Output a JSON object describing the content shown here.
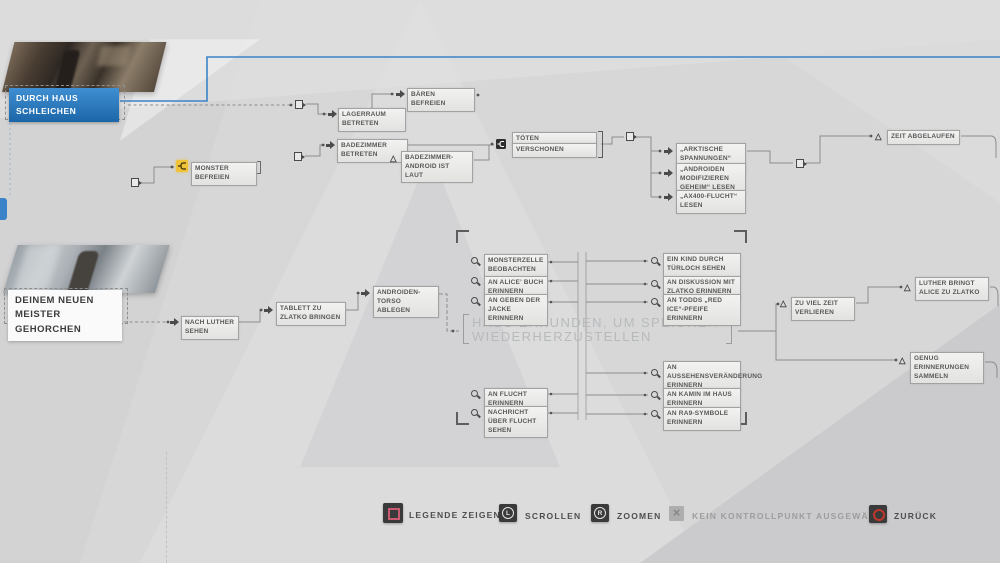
{
  "checkpoints": {
    "sneak_label": "DURCH HAUS SCHLEICHEN",
    "obey_label": "DEINEM NEUEN MEISTER GEHORCHEN"
  },
  "nodes": {
    "lagerraum": "LAGERRAUM BETRETEN",
    "baeren": "BÄREN BEFREIEN",
    "badezimmer": "BADEZIMMER BETRETEN",
    "badezimmer_android": "BADEZIMMER-ANDROID IST LAUT",
    "toeten": "TÖTEN",
    "verschonen": "VERSCHONEN",
    "monster": "MONSTER BEFREIEN",
    "arktische": "„ARKTISCHE SPANNUNGEN“ LESEN",
    "androiden_mod": "„ANDROIDEN MODIFIZIEREN GEHEIM“ LESEN",
    "ax400": "„AX400-FLUCHT“ LESEN",
    "zeit_abgelaufen": "ZEIT ABGELAUFEN",
    "nach_luther": "NACH LUTHER SEHEN",
    "tablett": "TABLETT ZU ZLATKO BRINGEN",
    "torso": "ANDROIDEN-TORSO ABLEGEN",
    "monsterzelle": "MONSTERZELLE BEOBACHTEN",
    "alice_buch": "AN ALICE’ BUCH ERINNERN",
    "jacke": "AN GEBEN DER JACKE ERINNERN",
    "kind": "EIN KIND DURCH TÜRLOCH SEHEN",
    "diskussion": "AN DISKUSSION MIT ZLATKO ERINNERN",
    "red_ice": "AN TODDS „RED ICE“-PFEIFE ERINNERN",
    "flucht": "AN FLUCHT ERINNERN",
    "nachricht": "NACHRICHT ÜBER FLUCHT SEHEN",
    "aussehen": "AN AUSSEHENSVERÄNDERUNG ERINNERN",
    "kamin": "AN KAMIN IM HAUS ERINNERN",
    "ra9": "AN RA9-SYMBOLE ERINNERN",
    "zu_viel_zeit": "ZU VIEL ZEIT VERLIEREN",
    "luther_bringt": "LUTHER BRINGT ALICE ZU ZLATKO",
    "genug": "GENUG ERINNERUNGEN SAMMELN"
  },
  "cluster": {
    "title": "HAUS ERKUNDEN, UM SPEICHER WIEDERHERZUSTELLEN"
  },
  "bottom_bar": {
    "legend": "LEGENDE ZEIGEN",
    "scroll": "SCROLLEN",
    "zoom": "ZOOMEN",
    "no_checkpoint": "KEIN KONTROLLPUNKT AUSGEWÄHLT",
    "back": "ZURÜCK",
    "stick_left": "L",
    "stick_right": "R"
  },
  "colors": {
    "accent_blue": "#3a83c8",
    "square_button": "#c75b72",
    "circle_button": "#c0372b",
    "highlight_yellow": "#f0c23a"
  }
}
